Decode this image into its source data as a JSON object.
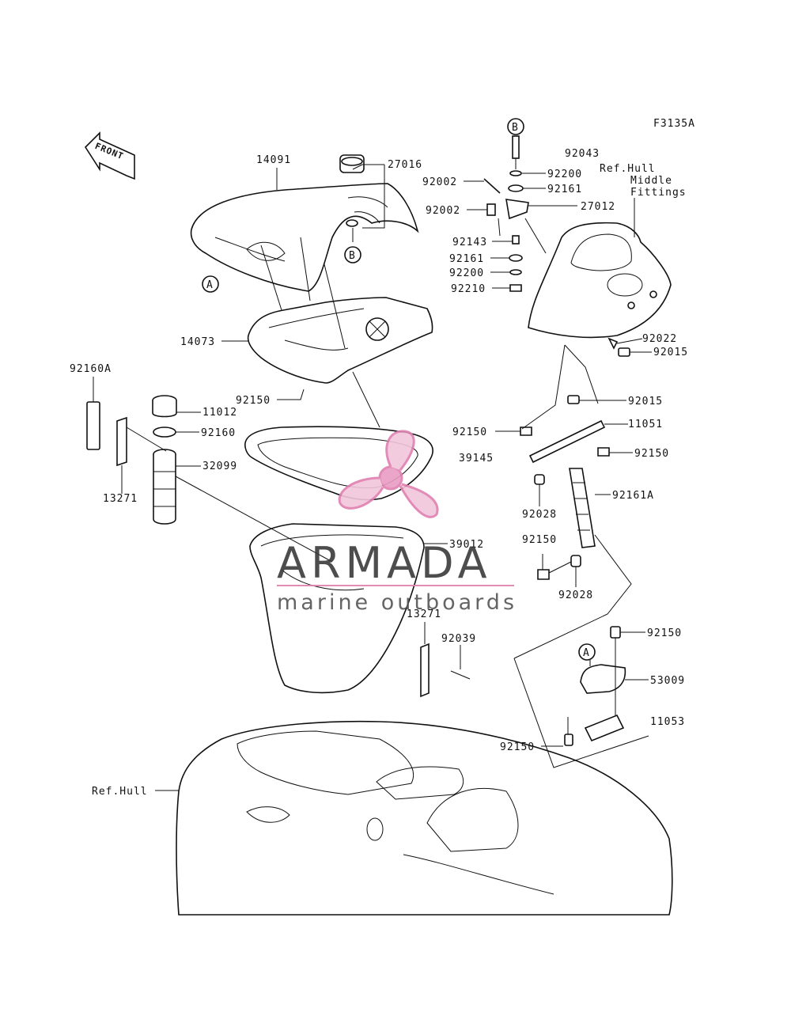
{
  "diagram_code": "F3135A",
  "front_arrow_label": "FRONT",
  "markers": {
    "a": "A",
    "b": "B"
  },
  "ref_labels": {
    "hull_middle_line1": "Ref.Hull",
    "hull_middle_line2": "Middle",
    "hull_middle_line3": "Fittings",
    "hull": "Ref.Hull"
  },
  "part_numbers": {
    "p14091": "14091",
    "p27016": "27016",
    "p14073": "14073",
    "p92160A": "92160A",
    "p11012": "11012",
    "p92160": "92160",
    "p32099": "32099",
    "p13271_left": "13271",
    "p92150_a": "92150",
    "p92043": "92043",
    "p92200_a": "92200",
    "p92002_a": "92002",
    "p92161_a": "92161",
    "p92002_b": "92002",
    "p27012": "27012",
    "p92143": "92143",
    "p92161_b": "92161",
    "p92200_b": "92200",
    "p92210": "92210",
    "p92022": "92022",
    "p92015_a": "92015",
    "p92015_b": "92015",
    "p92150_b": "92150",
    "p11051": "11051",
    "p39145": "39145",
    "p92150_c": "92150",
    "p92161A": "92161A",
    "p92028_a": "92028",
    "p92150_d": "92150",
    "p92028_b": "92028",
    "p39012": "39012",
    "p13271_right": "13271",
    "p92039": "92039",
    "p92150_e": "92150",
    "p53009": "53009",
    "p11053": "11053",
    "p92150_f": "92150"
  },
  "watermark": {
    "brand": "ARMADA",
    "tagline": "marine outboards",
    "color": "#e07fb0"
  }
}
